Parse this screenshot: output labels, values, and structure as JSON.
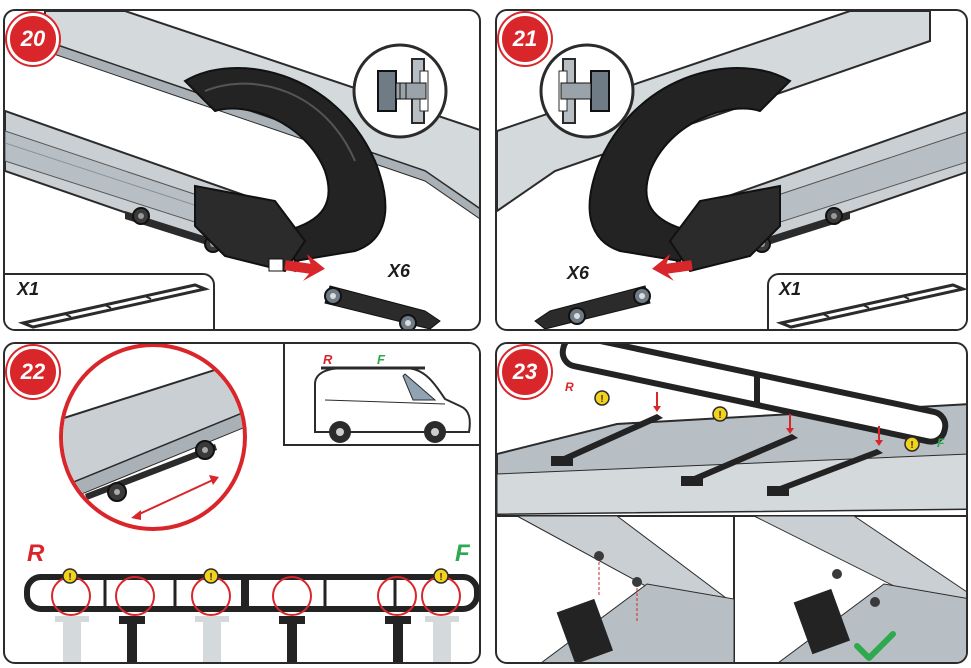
{
  "steps": [
    {
      "number": "20",
      "quantity": "X6",
      "part_quantity": "X1"
    },
    {
      "number": "21",
      "quantity": "X6",
      "part_quantity": "X1"
    },
    {
      "number": "22",
      "rear_label": "R",
      "front_label": "F",
      "van_rear": "R",
      "van_front": "F"
    },
    {
      "number": "23",
      "rear_label": "R",
      "front_label": "F"
    }
  ],
  "colors": {
    "accent_red": "#d9262b",
    "front_green": "#2fa84f",
    "warning_yellow": "#f4d21c",
    "rail_silver": "#c9cfd3",
    "dark_part": "#222222"
  },
  "icons": [
    "warning-icon",
    "check-icon",
    "arrow-icon",
    "bolt-icon"
  ]
}
